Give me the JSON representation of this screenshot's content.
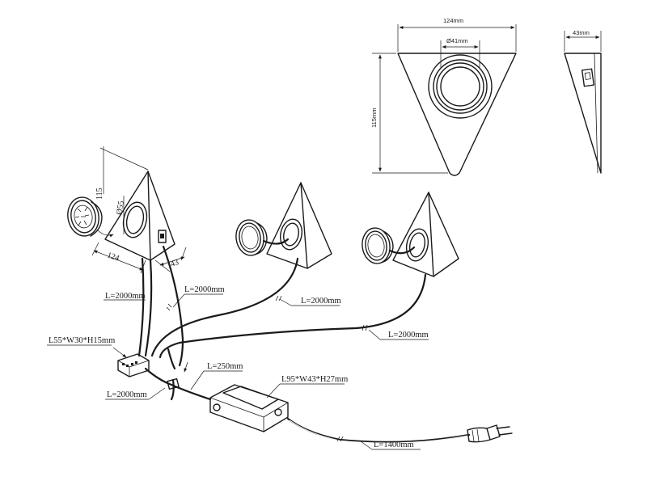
{
  "top_view": {
    "width_label": "124mm",
    "hole_label": "Ø41mm",
    "height_label": "115mm"
  },
  "side_view": {
    "depth_label": "43mm"
  },
  "lamp_dims": {
    "height": "115",
    "diameter": "Ø55",
    "width": "124",
    "depth": "43"
  },
  "cables": {
    "lamp1_cable_a": "L=2000mm",
    "lamp1_cable_b": "L=2000mm",
    "lamp2_cable": "L=2000mm",
    "lamp3_cable": "L=2000mm",
    "switch_cable": "L=2000mm",
    "driver_link": "L=250mm",
    "plug_cable": "L=1400mm"
  },
  "distributor": {
    "size": "L55*W30*H15mm"
  },
  "driver": {
    "size": "L95*W43*H27mm"
  }
}
